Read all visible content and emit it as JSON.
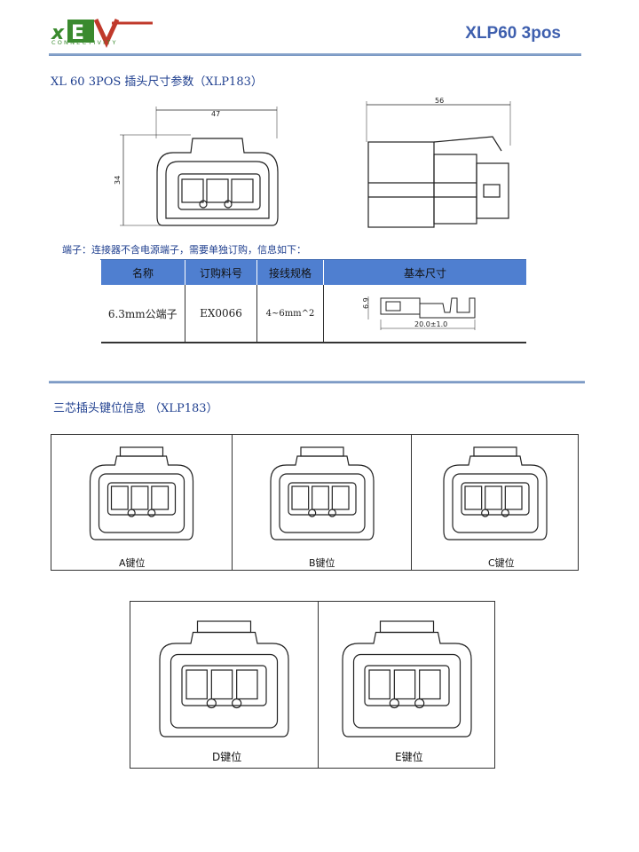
{
  "header": {
    "logo_text": "xEV",
    "logo_subtext": "CONNECTIVITY",
    "doc_title": "XLP60 3pos"
  },
  "section1": {
    "title": "XL 60 3POS 插头尺寸参数（XLP183）",
    "front_width_dim": "47",
    "height_dim": "34",
    "side_width_dim": "56"
  },
  "terminal_note": "端子：连接器不含电源端子，需要单独订购，信息如下：",
  "terminal_table": {
    "headers": [
      "名称",
      "订购料号",
      "接线规格",
      "基本尺寸"
    ],
    "row": {
      "name": "6.3mm公端子",
      "part_no": "EX0066",
      "wire_spec": "4~6mm^2",
      "dim_height": "6.9",
      "dim_length": "20.0±1.0"
    }
  },
  "section2": {
    "title": "三芯插头键位信息 （XLP183）",
    "keys": [
      {
        "label": "A键位"
      },
      {
        "label": "B键位"
      },
      {
        "label": "C键位"
      },
      {
        "label": "D键位"
      },
      {
        "label": "E键位"
      }
    ]
  },
  "colors": {
    "brand_green": "#3a8a2e",
    "title_blue": "#3e5fae",
    "table_header": "#4f7fd0",
    "heading_text": "#1f3f8f"
  }
}
